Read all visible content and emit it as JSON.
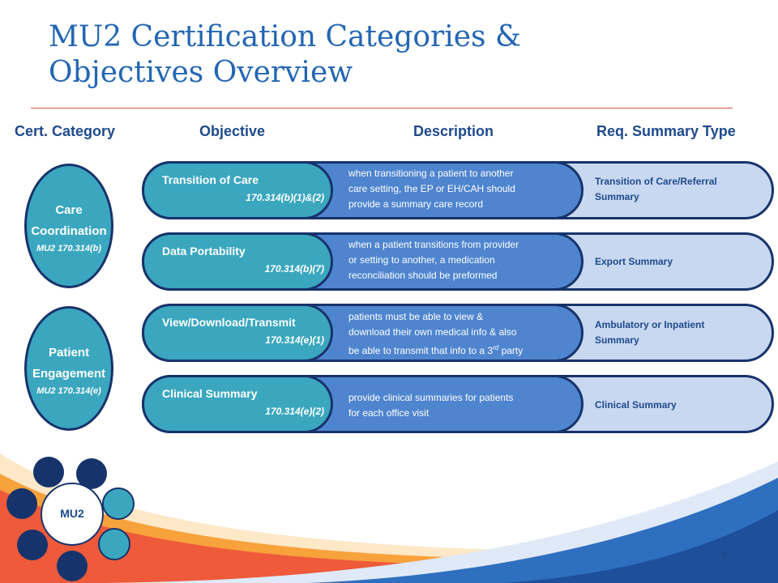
{
  "title": {
    "line1": "MU2 Certification Categories &",
    "line2": "Objectives Overview"
  },
  "headers": {
    "category": "Cert. Category",
    "objective": "Objective",
    "description": "Description",
    "summary": "Req. Summary Type"
  },
  "categories": [
    {
      "name_line1": "Care",
      "name_line2": "Coordination",
      "code": "MU2 170.314(b)"
    },
    {
      "name_line1": "Patient",
      "name_line2": "Engagement",
      "code": "MU2 170.314(e)"
    }
  ],
  "rows": [
    {
      "objective": "Transition of Care",
      "code": "170.314(b)(1)&(2)",
      "description": [
        "when transitioning a patient to another",
        "care setting, the EP or EH/CAH should",
        "provide a summary care record"
      ],
      "summary": [
        "Transition of Care/Referral",
        "Summary"
      ]
    },
    {
      "objective": "Data Portability",
      "code": "170.314(b)(7)",
      "description": [
        "when a patient transitions from provider",
        "or setting to another, a medication",
        "reconciliation should be preformed"
      ],
      "summary": [
        "Export Summary"
      ]
    },
    {
      "objective": "View/Download/Transmit",
      "code": "170.314(e)(1)",
      "description": [
        "patients must be able to view &",
        "download their own medical info & also",
        "be able to transmit that info to a 3",
        "rd",
        " party"
      ],
      "summary": [
        "Ambulatory or Inpatient",
        "Summary"
      ]
    },
    {
      "objective": "Clinical Summary",
      "code": "170.314(e)(2)",
      "description": [
        "provide clinical summaries for patients",
        "for each office visit"
      ],
      "summary": [
        "Clinical Summary"
      ]
    }
  ],
  "logo": {
    "label": "MU2"
  },
  "page_number": "4"
}
